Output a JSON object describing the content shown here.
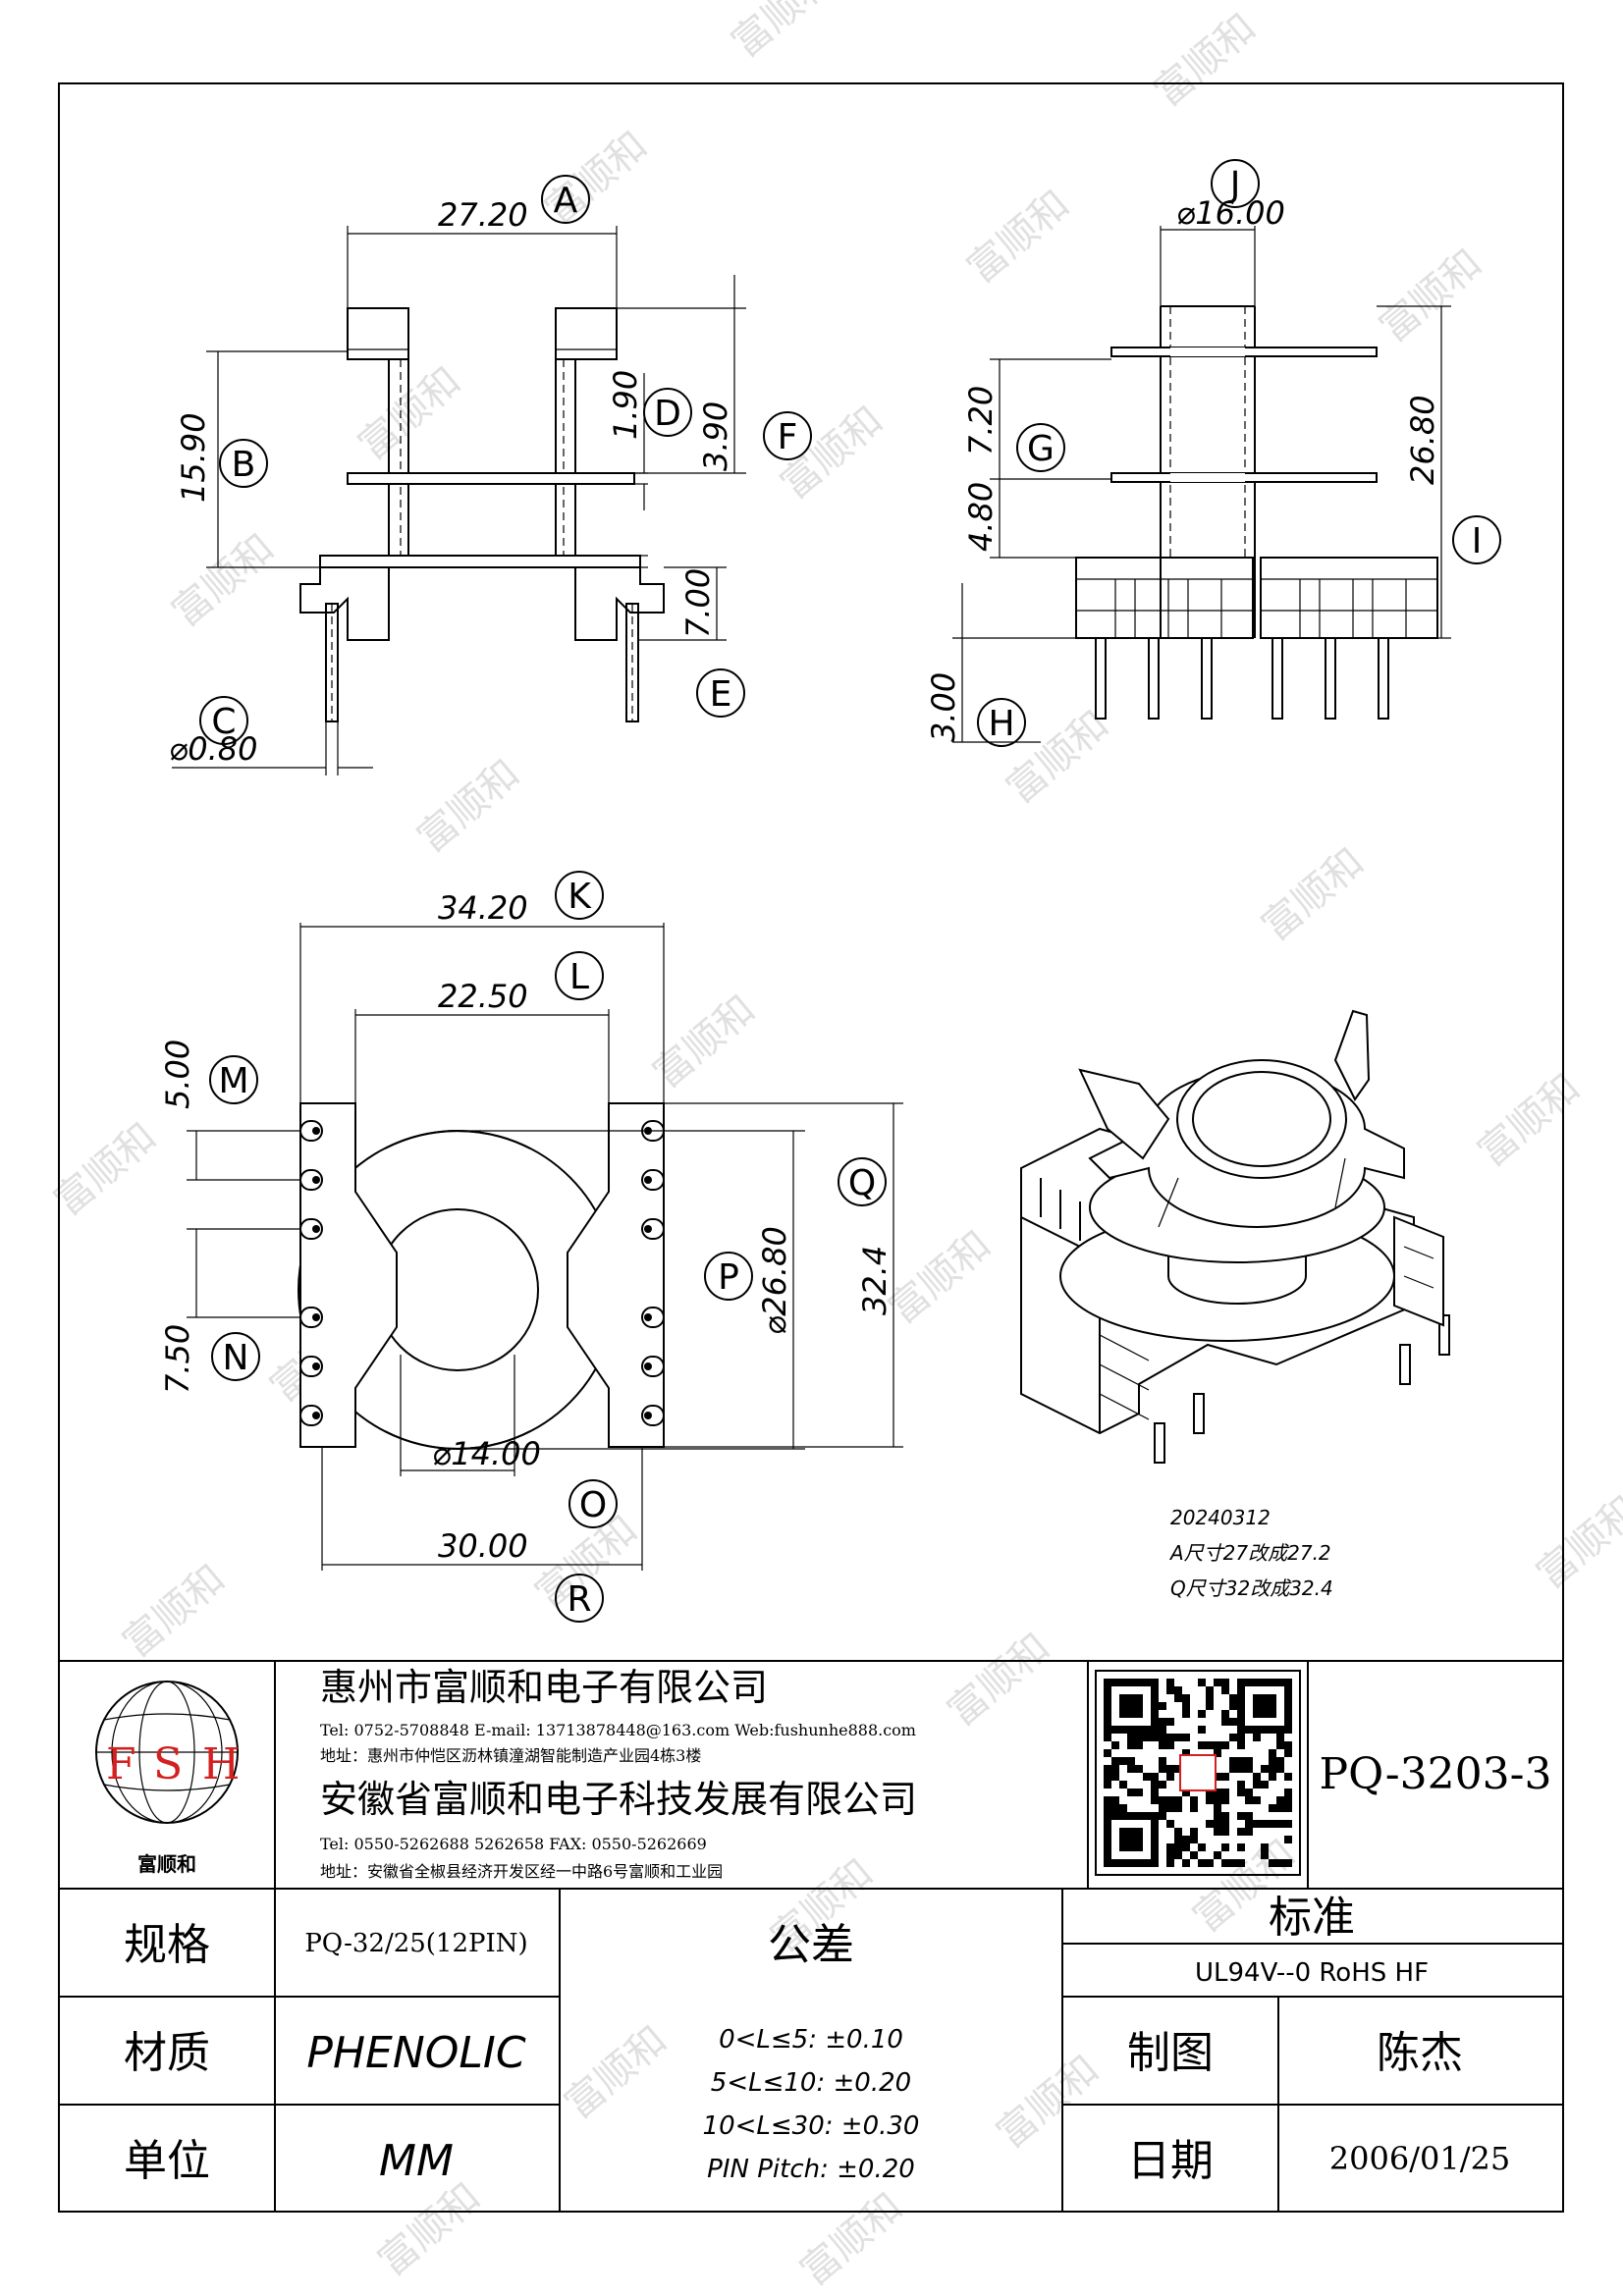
{
  "watermark": "富顺和",
  "views": {
    "front": {
      "A": {
        "letter": "A",
        "value": "27.20"
      },
      "B": {
        "letter": "B",
        "value": "15.90"
      },
      "C": {
        "letter": "C",
        "value": "⌀0.80"
      },
      "D": {
        "letter": "D",
        "value": "1.90"
      },
      "E": {
        "letter": "E",
        "value": "7.00"
      },
      "F": {
        "letter": "F",
        "value": "3.90"
      }
    },
    "side": {
      "J": {
        "letter": "J",
        "value": "⌀16.00"
      },
      "G": {
        "letter": "G",
        "value": "7.20"
      },
      "G2": {
        "value": "4.80"
      },
      "I": {
        "letter": "I",
        "value": "26.80"
      },
      "H": {
        "letter": "H",
        "value": "3.00"
      }
    },
    "top": {
      "K": {
        "letter": "K",
        "value": "34.20"
      },
      "L": {
        "letter": "L",
        "value": "22.50"
      },
      "M": {
        "letter": "M",
        "value": "5.00"
      },
      "N": {
        "letter": "N",
        "value": "7.50"
      },
      "O": {
        "letter": "O",
        "value": "⌀14.00"
      },
      "P": {
        "letter": "P",
        "value": "⌀26.80"
      },
      "Q": {
        "letter": "Q",
        "value": "32.4"
      },
      "R": {
        "letter": "R",
        "value": "30.00"
      }
    }
  },
  "revision_note": {
    "date": "20240312",
    "line1": "A尺寸27改成27.2",
    "line2": "Q尺寸32改成32.4"
  },
  "title_block": {
    "logo_letters": [
      "F",
      "S",
      "H"
    ],
    "logo_name": "富顺和",
    "company1": "惠州市富顺和电子有限公司",
    "contact1": "Tel: 0752-5708848  E-mail: 13713878448@163.com  Web:fushunhe888.com",
    "address1": "地址：惠州市仲恺区沥林镇潼湖智能制造产业园4栋3楼",
    "company2": "安徽省富顺和电子科技发展有限公司",
    "contact2": "Tel:  0550-5262688  5262658      FAX: 0550-5262669",
    "address2": "地址：安徽省全椒县经济开发区经一中路6号富顺和工业园",
    "part_number": "PQ-3203-3",
    "spec_label": "规格",
    "spec_value": "PQ-32/25(12PIN)",
    "material_label": "材质",
    "material_value": "PHENOLIC",
    "unit_label": "单位",
    "unit_value": "MM",
    "tolerance_label": "公差",
    "tolerances": [
      "0<L≤5: ±0.10",
      "5<L≤10: ±0.20",
      "10<L≤30: ±0.30",
      "PIN Pitch: ±0.20"
    ],
    "standard_label": "标准",
    "standard_value": "UL94V--0  RoHS HF",
    "drawn_label": "制图",
    "drawn_value": "陈杰",
    "date_label": "日期",
    "date_value": "2006/01/25"
  },
  "colors": {
    "logo_letters": "#d32020",
    "watermark": "#c8c8c8"
  }
}
